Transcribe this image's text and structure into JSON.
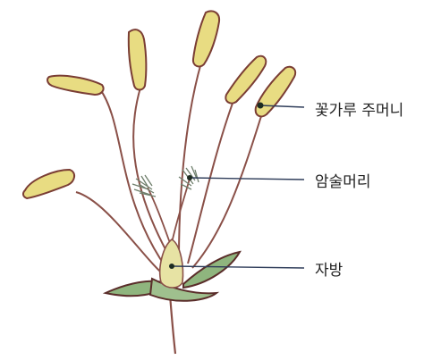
{
  "labels": {
    "anther": "꽃가루 주머니",
    "stigma": "암술머리",
    "ovary": "자방"
  },
  "colors": {
    "anther_fill": "#e8dc82",
    "anther_stroke": "#7a3d34",
    "filament": "#8a5048",
    "leaf": "#8fb57e",
    "leaf_stroke": "#5a2d2a",
    "ovary": "#e7e3a4",
    "stigma": "#6f7f6c",
    "leader_line": "#2f3d5a"
  }
}
